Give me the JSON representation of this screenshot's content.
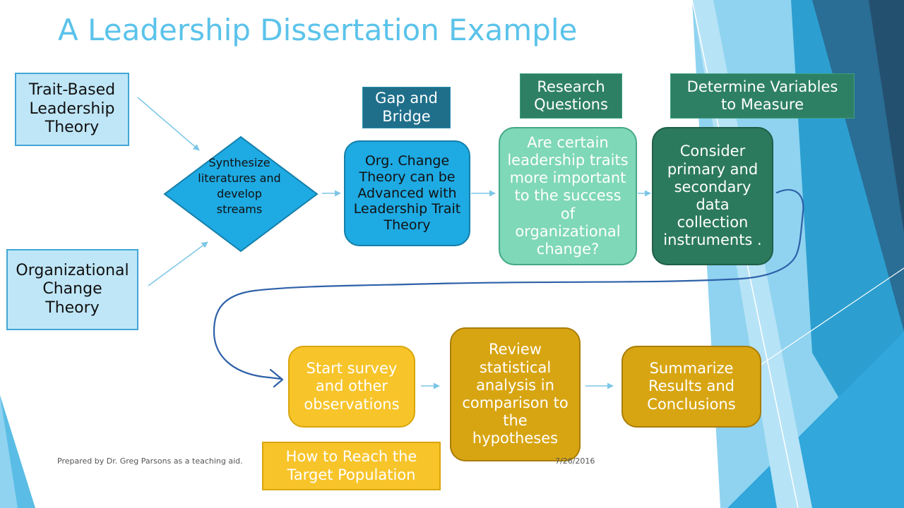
{
  "slide": {
    "title": "A Leadership Dissertation Example",
    "footer_left": "Prepared by Dr. Greg Parsons as a teaching aid.",
    "footer_date": "7/26/2016"
  },
  "diagram": {
    "theory_trait": "Trait-Based Leadership Theory",
    "theory_org": "Organizational Change Theory",
    "synthesize": "Synthesize literatures and develop streams",
    "label_gap": "Gap and Bridge",
    "label_rq": "Research Questions",
    "label_vars": "Determine Variables to Measure",
    "box_orgchange": "Org. Change Theory can be Advanced with Leadership Trait Theory",
    "box_question": "Are certain leadership traits more important to the success of organizational change?",
    "box_consider": "Consider primary and secondary data collection instruments .",
    "box_survey": "Start survey and other observations",
    "box_review": "Review statistical analysis in comparison to the hypotheses",
    "box_summarize": "Summarize Results and Conclusions",
    "label_reach": "How to Reach the Target Population"
  },
  "colors": {
    "title": "#5bc3ea",
    "light_blue": "#bfe6f7",
    "blue": "#1eaae3",
    "dark_teal": "#1f6f8b",
    "green": "#2e8065",
    "mint": "#7fd8b8",
    "yellow": "#f7c42a",
    "gold": "#d8a512"
  }
}
